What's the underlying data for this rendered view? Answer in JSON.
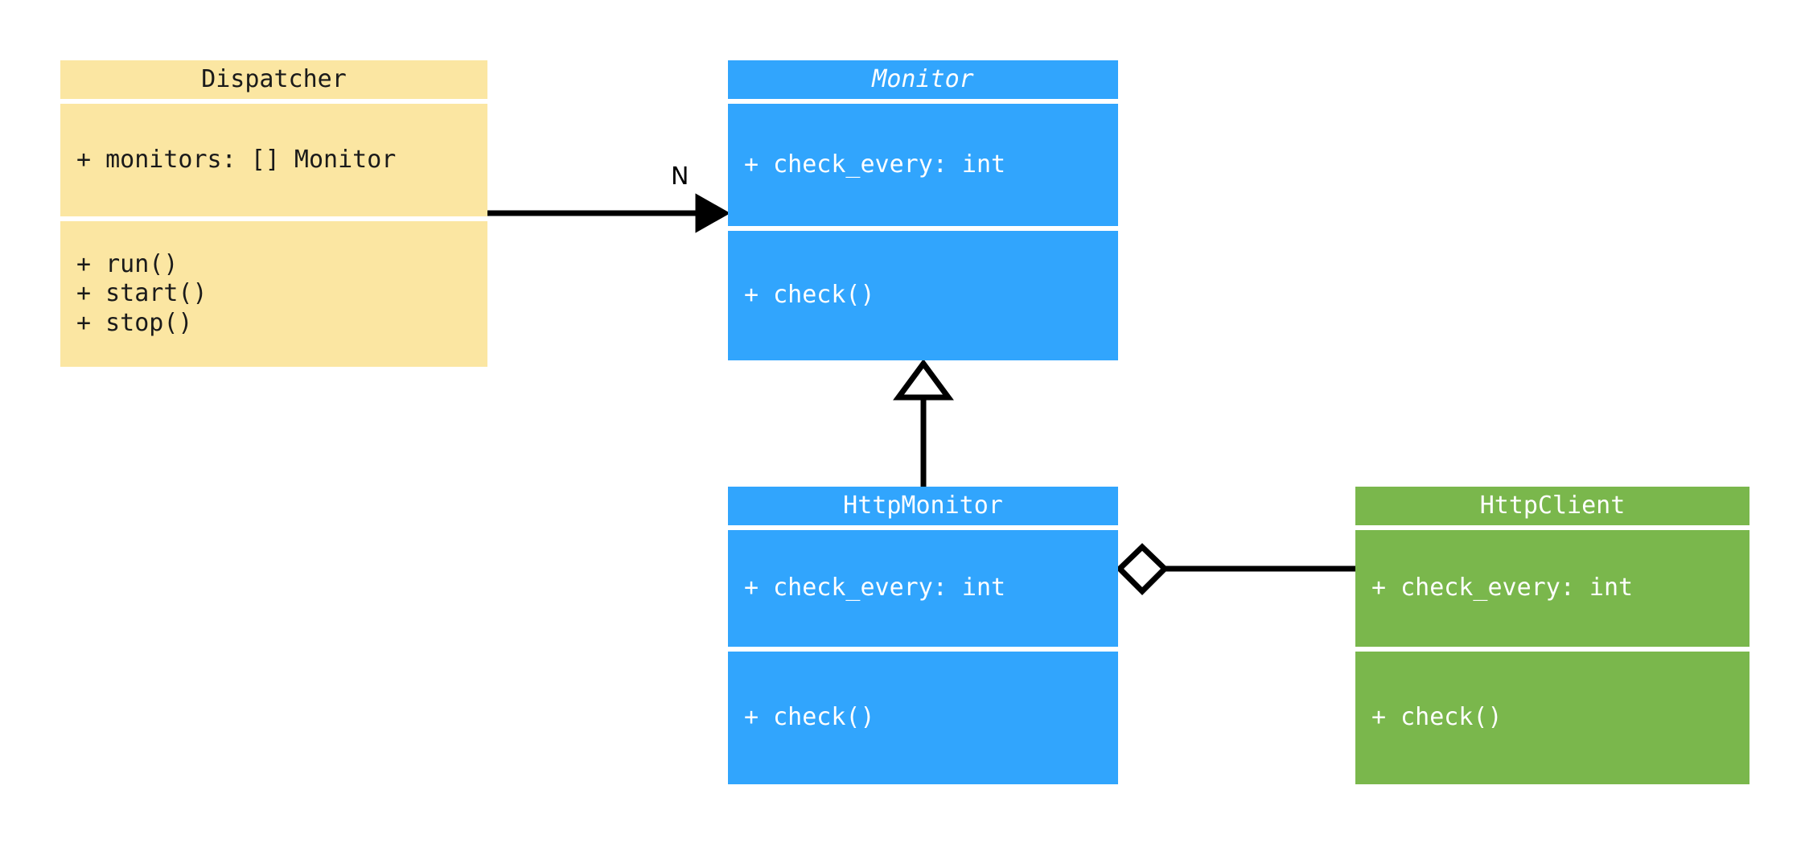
{
  "diagram": {
    "type": "uml-class-diagram",
    "background": "#ffffff",
    "palette": {
      "yellow": "#fbe6a2",
      "blue": "#31a5fd",
      "green": "#7ab74c",
      "line": "#000000",
      "text_dark": "#1a1a1a",
      "text_light": "#ffffff"
    }
  },
  "classes": {
    "dispatcher": {
      "name": "Dispatcher",
      "abstract": false,
      "color": "#fbe6a2",
      "attributes": [
        "+ monitors: [] Monitor"
      ],
      "methods": [
        "+ run()",
        "+ start()",
        "+ stop()"
      ]
    },
    "monitor": {
      "name": "Monitor",
      "abstract": true,
      "color": "#31a5fd",
      "attributes": [
        "+ check_every: int"
      ],
      "methods": [
        "+ check()"
      ]
    },
    "http_monitor": {
      "name": "HttpMonitor",
      "abstract": false,
      "color": "#31a5fd",
      "attributes": [
        "+ check_every: int"
      ],
      "methods": [
        "+ check()"
      ]
    },
    "http_client": {
      "name": "HttpClient",
      "abstract": false,
      "color": "#7ab74c",
      "attributes": [
        "+ check_every: int"
      ],
      "methods": [
        "+ check()"
      ]
    }
  },
  "relationships": {
    "dispatcher_to_monitor": {
      "kind": "association",
      "from": "Dispatcher",
      "to": "Monitor",
      "multiplicity_label": "N",
      "arrowhead": "filled-triangle"
    },
    "http_monitor_to_monitor": {
      "kind": "generalization",
      "from": "HttpMonitor",
      "to": "Monitor",
      "multiplicity_label": "",
      "arrowhead": "hollow-triangle"
    },
    "http_monitor_to_http_client": {
      "kind": "aggregation",
      "from": "HttpMonitor",
      "to": "HttpClient",
      "multiplicity_label": "",
      "arrowhead": "hollow-diamond"
    }
  }
}
